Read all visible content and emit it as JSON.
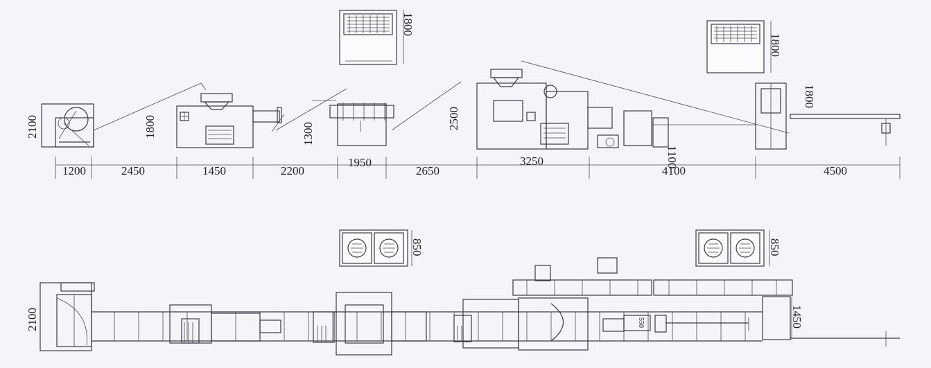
{
  "elevation": {
    "dimensions": [
      "1200",
      "2450",
      "1450",
      "2200",
      "1950",
      "2650",
      "3250",
      "4100",
      "4500"
    ],
    "heights": {
      "winder": "2100",
      "extruder_small": "1800",
      "die_head": "1300",
      "extruder_main": "2500",
      "cutter": "1100",
      "puller": "1800",
      "chiller_left": "1800",
      "chiller_right": "1800"
    }
  },
  "plan": {
    "heights": {
      "winder": "2100",
      "chiller_left": "850",
      "chiller_right": "850",
      "platform": "1450",
      "cutter_box": "550"
    }
  }
}
